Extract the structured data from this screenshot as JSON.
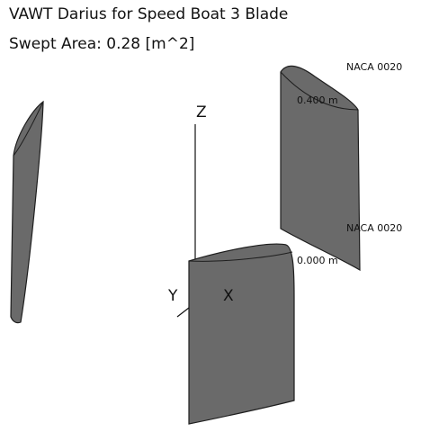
{
  "header": {
    "title": "VAWT Darius for Speed Boat 3 Blade",
    "swept_area": "Swept Area: 0.28 [m^2]"
  },
  "axes": {
    "z": "Z",
    "y": "Y",
    "x": "X"
  },
  "blade_sections": {
    "top_profile": "NACA 0020",
    "top_height": "0.400 m",
    "bottom_profile": "NACA 0020",
    "bottom_height": "0.000 m"
  },
  "colors": {
    "blade_fill": "#6a6a6a",
    "blade_outline": "#1e1e1e",
    "axis_line": "#111111"
  }
}
